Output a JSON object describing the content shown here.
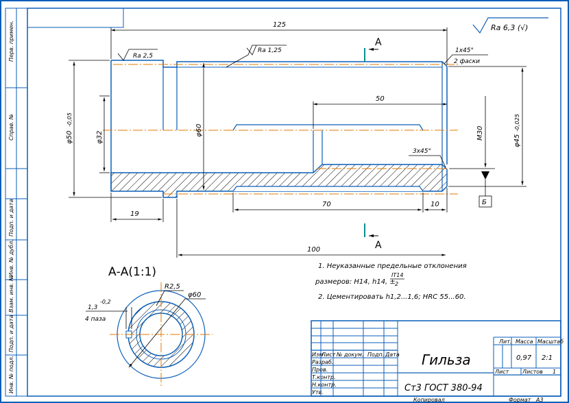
{
  "colors": {
    "outline": "#0a5eb8",
    "centerline": "#e07a00",
    "ink": "#000000",
    "background": "#ffffff"
  },
  "dimensions": {
    "overall_length": "125",
    "length_100": "100",
    "length_70": "70",
    "length_50": "50",
    "length_19": "19",
    "length_10": "10",
    "dia_50": "φ50",
    "dia_50_tol": "-0,05",
    "dia_32": "φ32",
    "dia_60": "φ60",
    "dia_45": "φ45",
    "dia_45_tol": "-0,025",
    "thread": "M30",
    "chamfer_1": "1x45°",
    "chamfer_1_note": "2 фаски",
    "chamfer_3": "3x45°"
  },
  "roughness": {
    "general": "Ra 6,3 (√)",
    "surface_1": "Ra 2,5",
    "surface_2": "Ra 1,25"
  },
  "section": {
    "mark_top": "A",
    "mark_bottom": "A",
    "title": "А-А(1:1)",
    "radius": "R2,5",
    "dia": "φ60",
    "groove_width": "1,3",
    "groove_tol": "-0,2",
    "groove_count": "4 паза"
  },
  "base_mark": "Б",
  "notes": {
    "line1": "1. Неуказанные предельные отклонения",
    "line2_prefix": "размеров: H14, h14, ±",
    "frac_num": "IT14",
    "frac_den": "2",
    "line3": "2. Цементировать h1,2...1,6; HRC 55...60."
  },
  "margin_labels": [
    "Перв. примен.",
    "Справ. №",
    "Подп. и дата",
    "Инв. № дубл.",
    "Взам. инв. №",
    "Подп. и дата",
    "Инв. № подл."
  ],
  "title_block": {
    "name": "Гильза",
    "material": "Ст3 ГОСТ 380-94",
    "headers": {
      "izm": "Изм",
      "list": "Лист",
      "doc": "№ докум.",
      "sign": "Подп.",
      "date": "Дата"
    },
    "roles": [
      "Разраб.",
      "Пров.",
      "Т.контр.",
      "Н.контр.",
      "Утв."
    ],
    "lit": "Лит.",
    "mass_label": "Масса",
    "scale_label": "Масштаб",
    "mass": "0,97",
    "scale": "2:1",
    "sheet_label": "Лист",
    "sheets_label": "Листов",
    "sheets": "1",
    "copied": "Копировал",
    "format_label": "Формат",
    "format": "А3"
  }
}
